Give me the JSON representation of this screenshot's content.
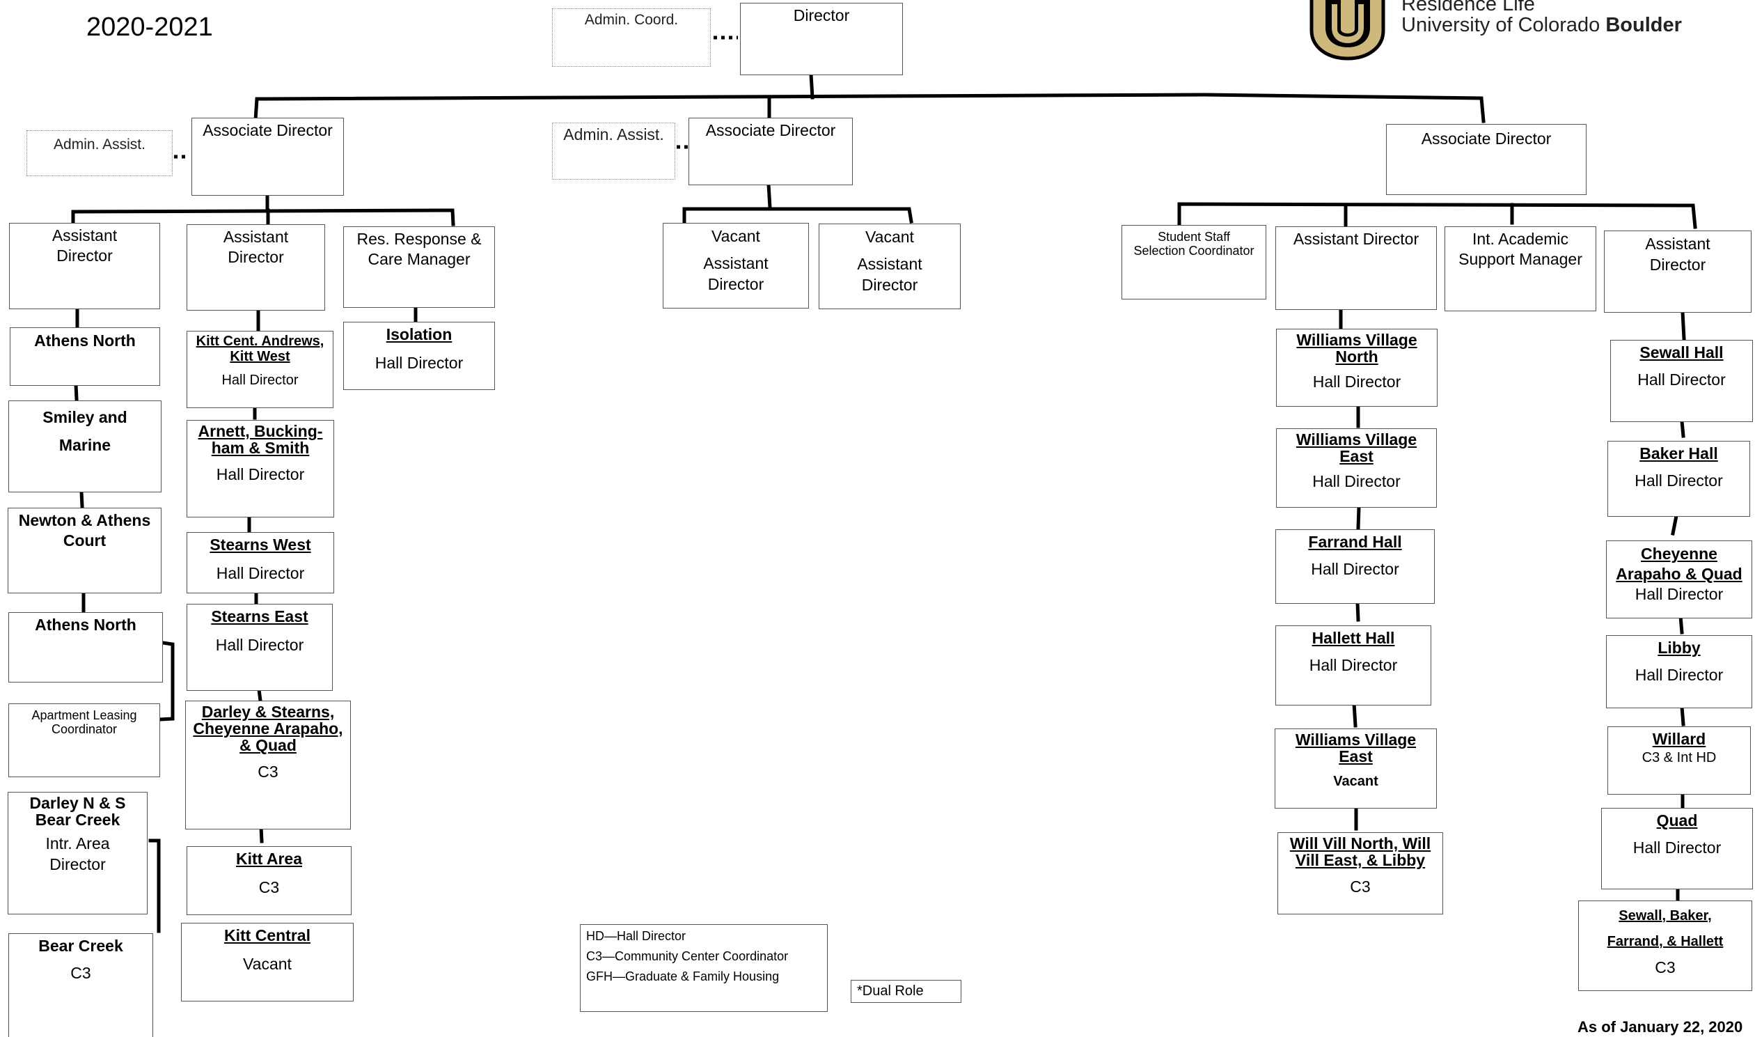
{
  "header": {
    "year": "2020-2021",
    "dept": "Residence Life",
    "university": "University of Colorado ",
    "university_bold": "Boulder",
    "as_of": "As of January 22, 2020",
    "logo_letters": "CU"
  },
  "top": {
    "director": "Director",
    "admin_coord": "Admin. Coord."
  },
  "left": {
    "admin": "Admin. Assist.",
    "assoc": "Associate Director",
    "ad1": [
      "Assistant",
      "Director"
    ],
    "ad2": [
      "Assistant",
      "Director"
    ],
    "rrcm": [
      "Res. Response &",
      "Care Manager"
    ],
    "col1": [
      {
        "lines": [
          "Athens North"
        ]
      },
      {
        "lines": [
          "Smiley and",
          "Marine"
        ]
      },
      {
        "lines": [
          "Newton & Athens",
          "Court"
        ]
      },
      {
        "lines": [
          "Athens North"
        ]
      },
      {
        "lines": [
          "Apartment Leasing",
          "Coordinator"
        ]
      },
      {
        "lines": [
          "Darley N & S",
          "Bear Creek"
        ],
        "role": "Intr. Area Director"
      },
      {
        "lines": [
          "Bear Creek"
        ],
        "role": "C3"
      }
    ],
    "col2": [
      {
        "lines": [
          "Kitt Cent. Andrews,",
          "Kitt West"
        ],
        "role": "Hall Director"
      },
      {
        "lines": [
          "Arnett, Bucking-",
          "ham & Smith"
        ],
        "role": "Hall Director"
      },
      {
        "lines": [
          "Stearns West"
        ],
        "role": "Hall Director"
      },
      {
        "lines": [
          "Stearns East"
        ],
        "role": "Hall Director"
      },
      {
        "lines": [
          "Darley & Stearns,",
          "Cheyenne Arapaho,",
          "& Quad"
        ],
        "role": "C3"
      },
      {
        "lines": [
          "Kitt Area"
        ],
        "role": "C3"
      },
      {
        "lines": [
          "Kitt Central"
        ],
        "role": "Vacant"
      }
    ],
    "isolation": {
      "lines": [
        "Isolation"
      ],
      "role": "Hall Director"
    }
  },
  "middle": {
    "admin": "Admin. Assist.",
    "assoc": "Associate Director",
    "vacant1": [
      "Vacant",
      "Assistant",
      "Director"
    ],
    "vacant2": [
      "Vacant",
      "Assistant",
      "Director"
    ]
  },
  "right": {
    "assoc": "Associate Director",
    "sssc": [
      "Student Staff",
      "Selection Coordinator"
    ],
    "ad": "Assistant Director",
    "iasm": [
      "Int. Academic",
      "Support Manager"
    ],
    "ad2": [
      "Assistant",
      "Director"
    ],
    "col1": [
      {
        "lines": [
          "Williams Village",
          "North"
        ],
        "role": "Hall Director"
      },
      {
        "lines": [
          "Williams Village",
          "East"
        ],
        "role": "Hall Director"
      },
      {
        "lines": [
          "Farrand Hall"
        ],
        "role": "Hall Director"
      },
      {
        "lines": [
          "Hallett Hall"
        ],
        "role": "Hall Director"
      },
      {
        "lines": [
          "Williams Village",
          "East"
        ],
        "role": "Vacant"
      },
      {
        "lines": [
          "Will Vill North, Will",
          "Vill East, & Libby"
        ],
        "role": "C3"
      }
    ],
    "col2": [
      {
        "lines": [
          "Sewall Hall"
        ],
        "role": "Hall Director"
      },
      {
        "lines": [
          "Baker Hall"
        ],
        "role": "Hall Director"
      },
      {
        "lines": [
          "Cheyenne",
          "Arapaho & Quad"
        ],
        "role": "Hall Director"
      },
      {
        "lines": [
          "Libby"
        ],
        "role": "Hall Director"
      },
      {
        "lines": [
          "Willard"
        ],
        "role": "C3 & Int HD"
      },
      {
        "lines": [
          "Quad"
        ],
        "role": "Hall Director"
      },
      {
        "lines": [
          "Sewall, Baker,",
          "Farrand, & Hallett"
        ],
        "role": "C3"
      }
    ]
  },
  "legend": {
    "items": [
      "HD—Hall Director",
      "C3—Community Center Coordinator",
      "GFH—Graduate & Family Housing"
    ],
    "dual_role": "*Dual Role"
  },
  "colors": {
    "line": "#000000",
    "border": "#555555",
    "logo_gold": "#CFB87C"
  }
}
